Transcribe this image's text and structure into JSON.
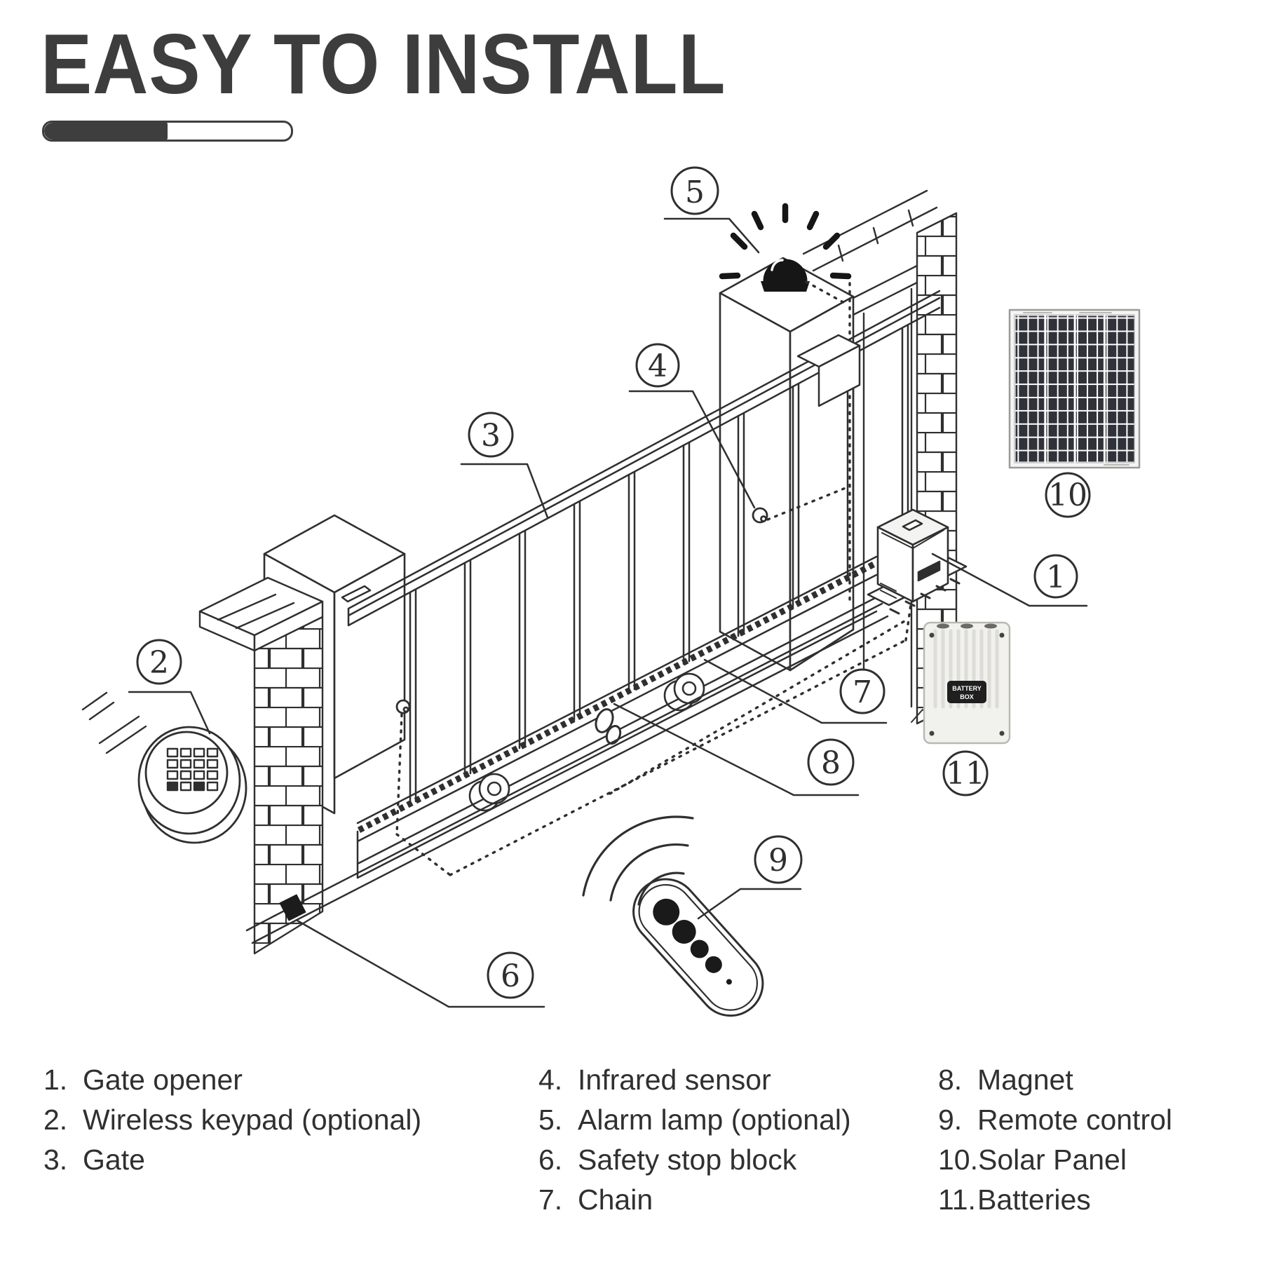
{
  "title": "EASY TO INSTALL",
  "progress": {
    "percent": 50,
    "fill_style": "width:50%"
  },
  "colors": {
    "title": "#3d3d3d",
    "line_art": "#2f2f2f",
    "solar_cell": "#30323a",
    "battery_body": "#f1f1ee",
    "lamp": "#161616"
  },
  "callouts": {
    "c1": "1",
    "c2": "2",
    "c3": "3",
    "c4": "4",
    "c5": "5",
    "c6": "6",
    "c7": "7",
    "c8": "8",
    "c9": "9",
    "c10": "10",
    "c11": "11"
  },
  "battery_box": {
    "line1": "BATTERY",
    "line2": "BOX"
  },
  "legend": {
    "col1": [
      {
        "num": "1.",
        "label": "Gate opener"
      },
      {
        "num": "2.",
        "label": "Wireless keypad (optional)"
      },
      {
        "num": "3.",
        "label": "Gate"
      }
    ],
    "col2": [
      {
        "num": "4.",
        "label": "Infrared sensor"
      },
      {
        "num": "5.",
        "label": "Alarm lamp (optional)"
      },
      {
        "num": "6.",
        "label": "Safety stop block"
      },
      {
        "num": "7.",
        "label": "Chain"
      }
    ],
    "col3": [
      {
        "num": "8.",
        "label": "Magnet"
      },
      {
        "num": "9.",
        "label": "Remote control"
      },
      {
        "num": "10.",
        "label": "Solar Panel"
      },
      {
        "num": "11.",
        "label": "Batteries"
      }
    ]
  }
}
